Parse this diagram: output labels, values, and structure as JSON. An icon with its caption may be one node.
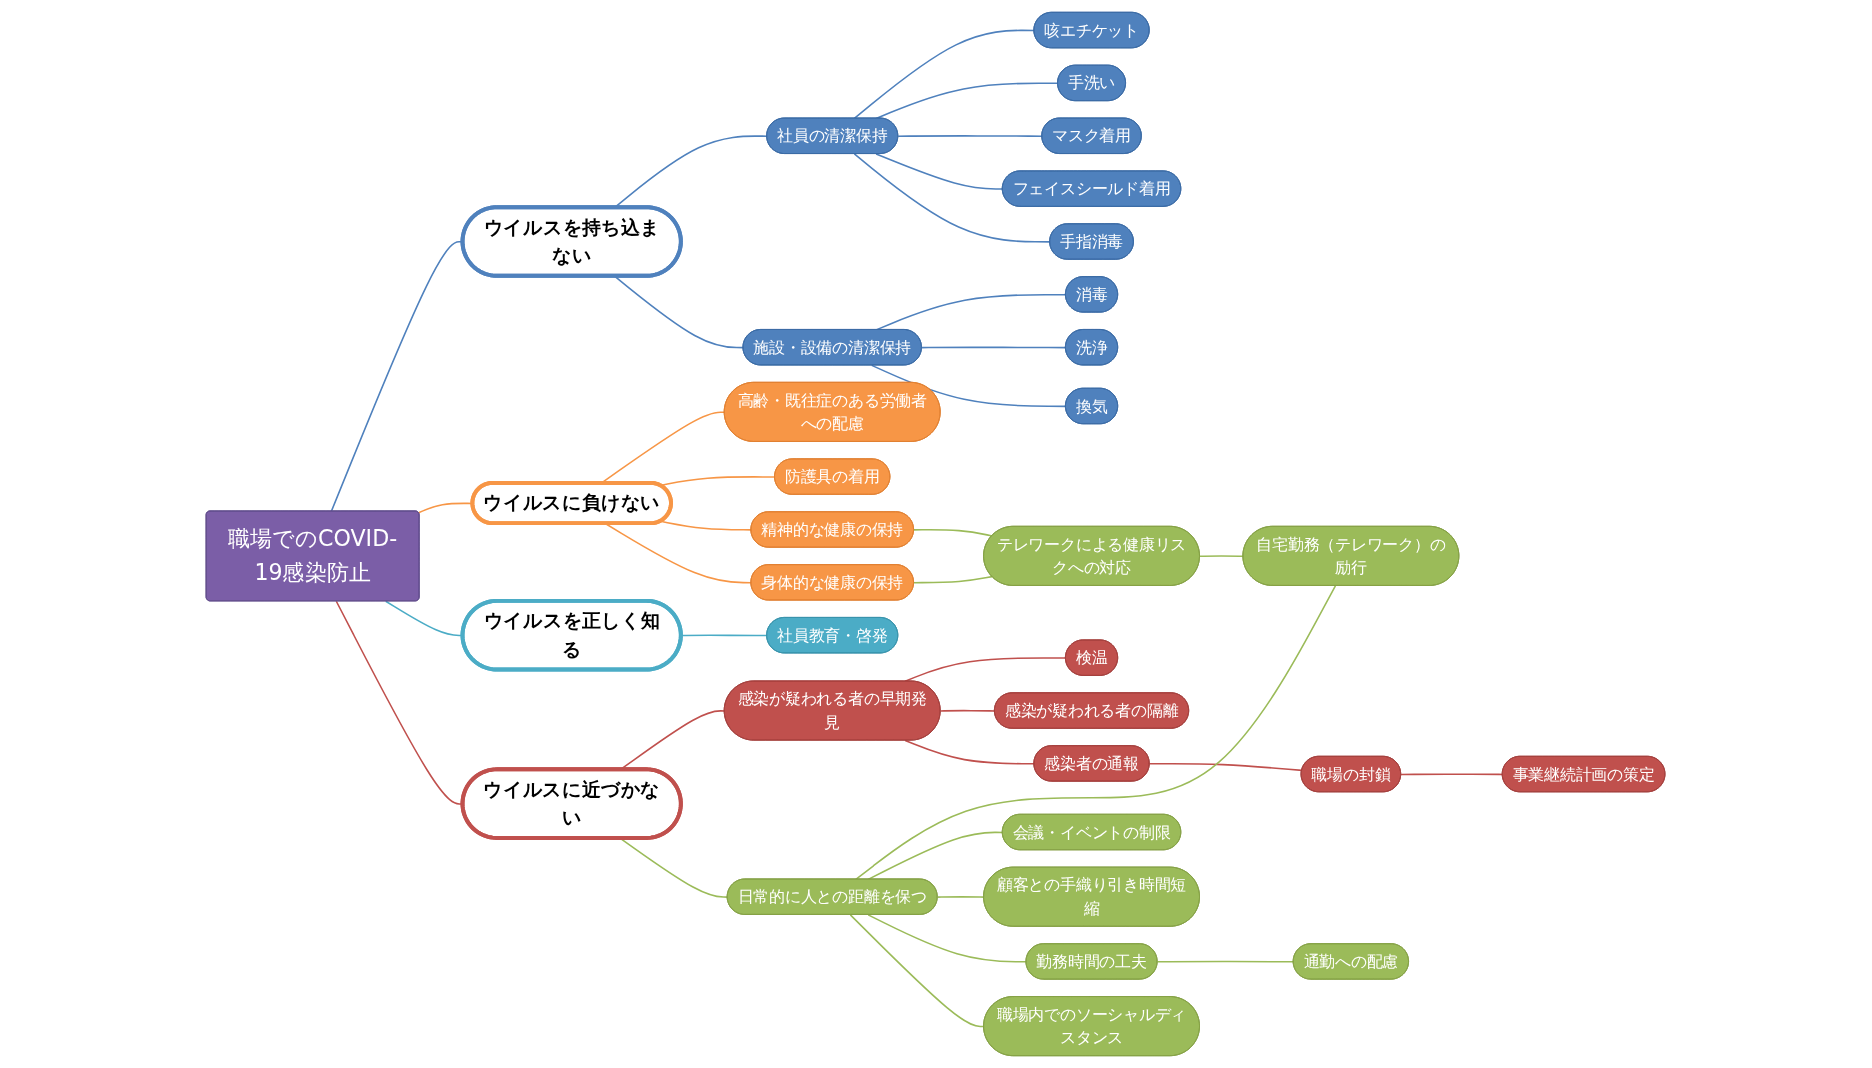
{
  "diagram": {
    "nodes": [
      {
        "text": [
          "職場でのCOVID-19感染防止"
        ]
      },
      {
        "text": [
          "ウイルスを持ち込まない"
        ]
      },
      {
        "text": [
          "社員の清潔保持"
        ]
      },
      {
        "text": [
          "咳エチケット"
        ]
      },
      {
        "text": [
          "手洗い"
        ]
      },
      {
        "text": [
          "マスク着用"
        ]
      },
      {
        "text": [
          "フェイスシールド着用"
        ]
      },
      {
        "text": [
          "手指消毒"
        ]
      },
      {
        "text": [
          "施設・設備の清潔保持"
        ]
      },
      {
        "text": [
          "消毒"
        ]
      },
      {
        "text": [
          "洗浄"
        ]
      },
      {
        "text": [
          "換気"
        ]
      },
      {
        "text": [
          "ウイルスに負けない"
        ]
      },
      {
        "text": [
          "高齢・既往症のある労働者への配慮"
        ]
      },
      {
        "text": [
          "防護具の着用"
        ]
      },
      {
        "text": [
          "精神的な健康の保持"
        ]
      },
      {
        "text": [
          "身体的な健康の保持"
        ]
      },
      {
        "text": [
          "テレワークによる健康リスクへの対応"
        ]
      },
      {
        "text": [
          "ウイルスを正しく知る"
        ]
      },
      {
        "text": [
          "社員教育・啓発"
        ]
      },
      {
        "text": [
          "ウイルスに近づかない"
        ]
      },
      {
        "text": [
          "感染が疑われる者の早期発見"
        ]
      },
      {
        "text": [
          "検温"
        ]
      },
      {
        "text": [
          "感染が疑われる者の隔離"
        ]
      },
      {
        "text": [
          "感染者の通報"
        ]
      },
      {
        "text": [
          "職場の封鎖"
        ]
      },
      {
        "text": [
          "事業継続計画の策定"
        ]
      },
      {
        "text": [
          "日常的に人との距離を保つ"
        ]
      },
      {
        "text": [
          "自宅勤務（テレワーク）の励行"
        ]
      },
      {
        "text": [
          "会議・イベントの制限"
        ]
      },
      {
        "text": [
          "顧客との手織り引き時間短縮"
        ]
      },
      {
        "text": [
          "勤務時間の工夫"
        ]
      },
      {
        "text": [
          "通勤への配慮"
        ]
      },
      {
        "text": [
          "職場内でのソーシャルディスタンス"
        ]
      }
    ],
    "edges": [
      {
        "from": 0,
        "to": 1,
        "arrow": "none",
        "color": "#4f81bd"
      },
      {
        "from": 0,
        "to": 12,
        "arrow": "none",
        "color": "#f79646"
      },
      {
        "from": 0,
        "to": 18,
        "arrow": "none",
        "color": "#4bacc6"
      },
      {
        "from": 0,
        "to": 20,
        "arrow": "none",
        "color": "#c0504d"
      },
      {
        "from": 1,
        "to": 2,
        "arrow": "none",
        "color": "#4f81bd"
      },
      {
        "from": 1,
        "to": 8,
        "arrow": "none",
        "color": "#4f81bd"
      },
      {
        "from": 2,
        "to": 3,
        "arrow": "none",
        "color": "#4f81bd"
      },
      {
        "from": 2,
        "to": 4,
        "arrow": "none",
        "color": "#4f81bd"
      },
      {
        "from": 2,
        "to": 5,
        "arrow": "none",
        "color": "#4f81bd"
      },
      {
        "from": 2,
        "to": 6,
        "arrow": "none",
        "color": "#4f81bd"
      },
      {
        "from": 2,
        "to": 7,
        "arrow": "none",
        "color": "#4f81bd"
      },
      {
        "from": 8,
        "to": 9,
        "arrow": "none",
        "color": "#4f81bd"
      },
      {
        "from": 8,
        "to": 10,
        "arrow": "none",
        "color": "#4f81bd"
      },
      {
        "from": 8,
        "to": 11,
        "arrow": "none",
        "color": "#4f81bd"
      },
      {
        "from": 12,
        "to": 13,
        "arrow": "none",
        "color": "#f79646"
      },
      {
        "from": 12,
        "to": 14,
        "arrow": "none",
        "color": "#f79646"
      },
      {
        "from": 12,
        "to": 15,
        "arrow": "none",
        "color": "#f79646"
      },
      {
        "from": 12,
        "to": 16,
        "arrow": "none",
        "color": "#f79646"
      },
      {
        "from": 15,
        "to": 17,
        "arrow": "none",
        "color": "#9bbb59"
      },
      {
        "from": 16,
        "to": 17,
        "arrow": "none",
        "color": "#9bbb59"
      },
      {
        "from": 17,
        "to": 28,
        "arrow": "none",
        "color": "#9bbb59"
      },
      {
        "from": 18,
        "to": 19,
        "arrow": "none",
        "color": "#4bacc6"
      },
      {
        "from": 20,
        "to": 21,
        "arrow": "none",
        "color": "#c0504d"
      },
      {
        "from": 21,
        "to": 22,
        "arrow": "none",
        "color": "#c0504d"
      },
      {
        "from": 21,
        "to": 23,
        "arrow": "none",
        "color": "#c0504d"
      },
      {
        "from": 21,
        "to": 24,
        "arrow": "none",
        "color": "#c0504d"
      },
      {
        "from": 24,
        "to": 25,
        "arrow": "none",
        "color": "#c0504d"
      },
      {
        "from": 25,
        "to": 26,
        "arrow": "none",
        "color": "#c0504d"
      },
      {
        "from": 20,
        "to": 27,
        "arrow": "none",
        "color": "#9bbb59"
      },
      {
        "from": 27,
        "to": 28,
        "arrow": "none",
        "color": "#9bbb59"
      },
      {
        "from": 27,
        "to": 29,
        "arrow": "none",
        "color": "#9bbb59"
      },
      {
        "from": 27,
        "to": 30,
        "arrow": "none",
        "color": "#9bbb59"
      },
      {
        "from": 27,
        "to": 31,
        "arrow": "none",
        "color": "#9bbb59"
      },
      {
        "from": 27,
        "to": 33,
        "arrow": "none",
        "color": "#9bbb59"
      },
      {
        "from": 31,
        "to": 32,
        "arrow": "none",
        "color": "#9bbb59"
      }
    ]
  }
}
